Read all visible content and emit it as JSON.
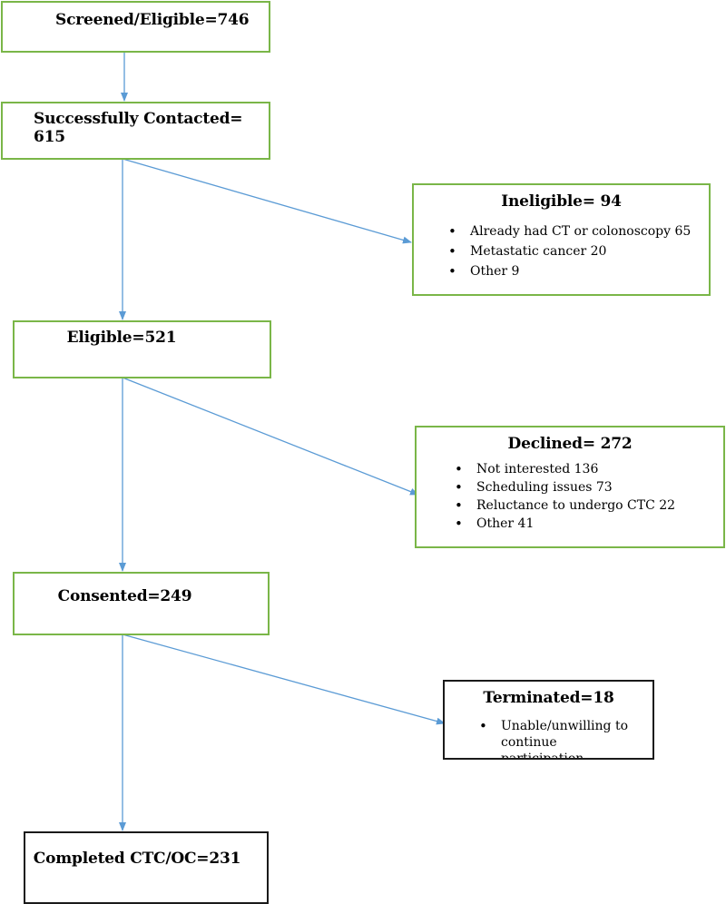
{
  "flow": {
    "screened": "Screened/Eligible=746",
    "contacted": "Successfully Contacted= 615",
    "eligible": "Eligible=521",
    "consented": "Consented=249",
    "completed": "Completed CTC/OC=231"
  },
  "ineligible": {
    "title": "Ineligible= 94",
    "items": [
      "Already had CT or colonoscopy 65",
      "Metastatic cancer 20",
      "Other 9"
    ]
  },
  "declined": {
    "title": "Declined= 272",
    "items": [
      "Not interested 136",
      "Scheduling issues 73",
      "Reluctance to undergo CTC 22",
      "Other 41"
    ]
  },
  "terminated": {
    "title": "Terminated=18",
    "items": [
      "Unable/unwilling to continue participation"
    ]
  },
  "colors": {
    "box_border": "#7ab648",
    "arrow": "#5b9bd5",
    "final_border": "#1a1a1a"
  }
}
